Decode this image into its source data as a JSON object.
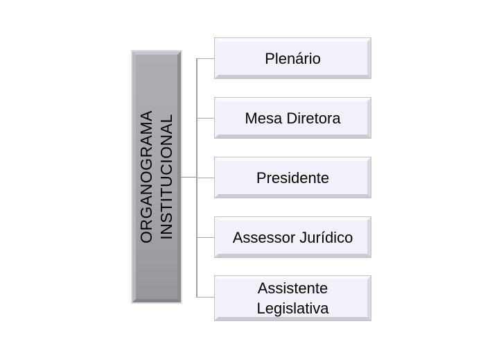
{
  "diagram": {
    "type": "org-chart",
    "title": {
      "text": "ORGANOGRAMA INSTITUCIONAL",
      "lines": [
        "ORGANOGRAMA",
        "INSTITUCIONAL"
      ]
    },
    "nodes": [
      {
        "label": "Plenário"
      },
      {
        "label": "Mesa Diretora"
      },
      {
        "label": "Presidente"
      },
      {
        "label": "Assessor Jurídico"
      },
      {
        "label": "Assistente Legislativa"
      }
    ],
    "colors": {
      "background": "#FFFFFF",
      "title_bar_fill": "#A5A5AB",
      "title_bar_text": "#000000",
      "node_fill": "#F1F1F9",
      "node_border_light": "#FBFBFD",
      "node_border_shadow": "#C9C9D4",
      "node_text": "#000000",
      "connector": "#A0A0A4"
    }
  }
}
